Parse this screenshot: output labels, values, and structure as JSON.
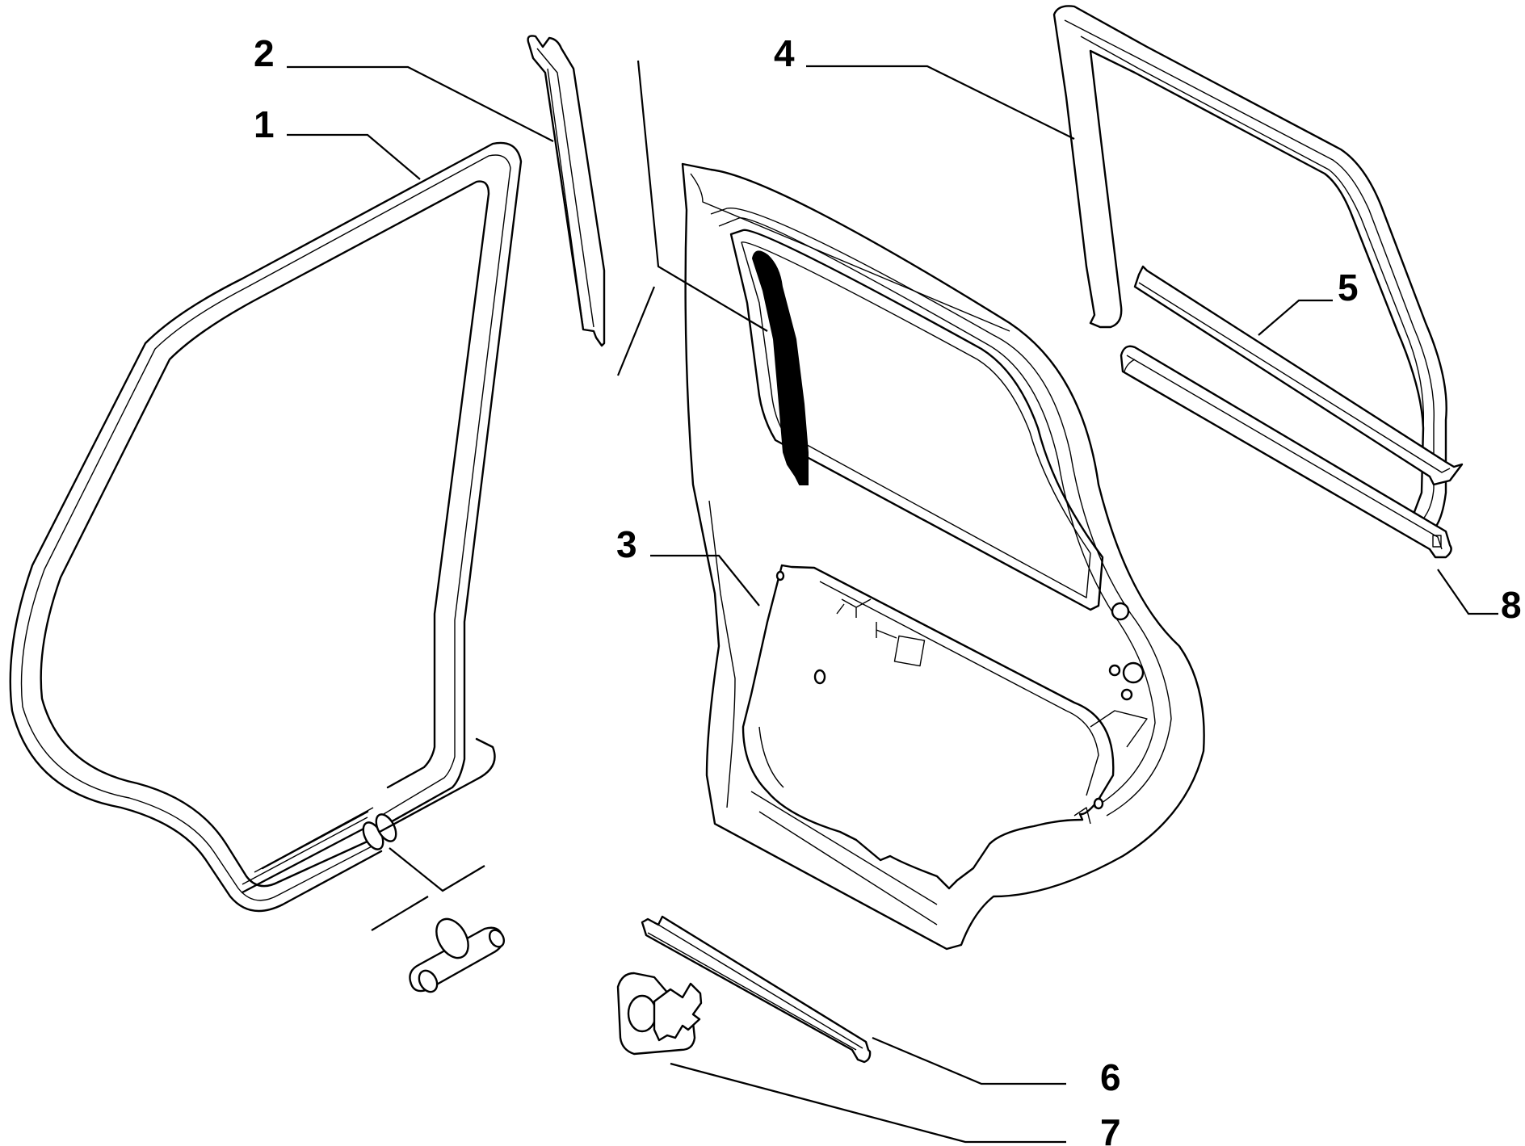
{
  "callouts": [
    "1",
    "2",
    "3",
    "4",
    "5",
    "6",
    "7",
    "8"
  ],
  "colors": {
    "ink": "#000000",
    "background": "#ffffff"
  }
}
